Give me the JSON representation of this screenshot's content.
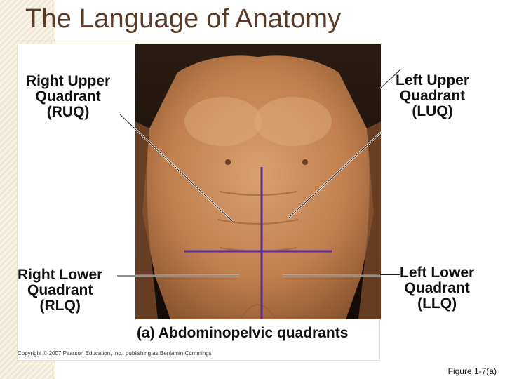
{
  "slide": {
    "title": "The Language of Anatomy",
    "figure_ref": "Figure 1-7(a)"
  },
  "figure": {
    "caption": "(a) Abdominopelvic quadrants",
    "copyright": "Copyright © 2007 Pearson Education, Inc., publishing as Benjamin Cummings",
    "quadrants": {
      "ruq": {
        "line1": "Right Upper",
        "line2": "Quadrant",
        "line3": "(RUQ)"
      },
      "luq": {
        "line1": "Left Upper",
        "line2": "Quadrant",
        "line3": "(LUQ)"
      },
      "rlq": {
        "line1": "Right Lower",
        "line2": "Quadrant",
        "line3": "(RLQ)"
      },
      "llq": {
        "line1": "Left Lower",
        "line2": "Quadrant",
        "line3": "(LLQ)"
      }
    },
    "colors": {
      "divider": "#5b2d8e",
      "skin": "#c98a5a",
      "title": "#5a3b28"
    }
  }
}
